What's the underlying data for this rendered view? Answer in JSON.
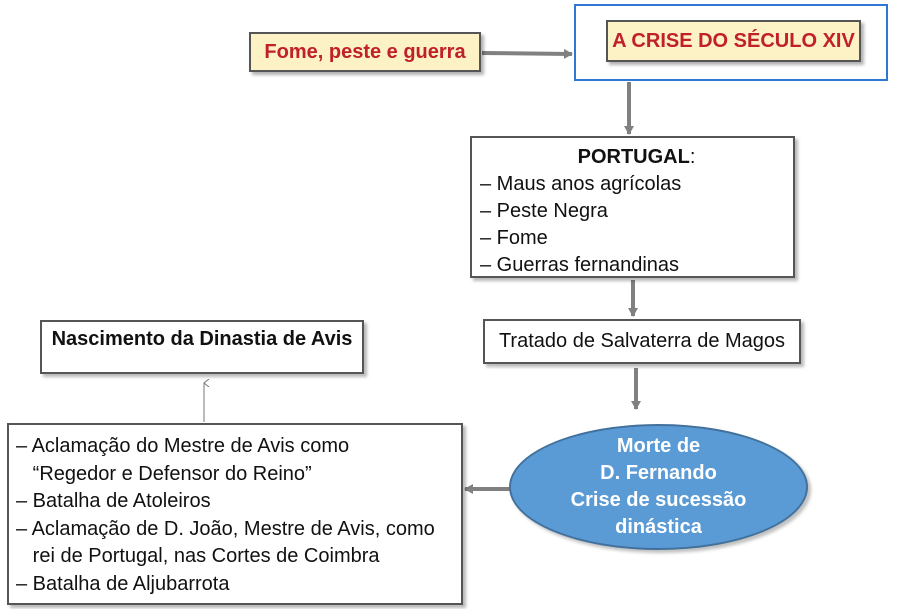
{
  "diagram": {
    "top_left_label": "Fome, peste e guerra",
    "main_title": "A CRISE DO SÉCULO XIV",
    "portugal": {
      "heading": "PORTUGAL",
      "heading_colon": ":",
      "items": [
        "– Maus anos agrícolas",
        "–  Peste Negra",
        "–  Fome",
        "–  Guerras fernandinas"
      ]
    },
    "treaty": "Tratado de Salvaterra de Magos",
    "death_ellipse": {
      "lines": [
        "Morte de",
        "D. Fernando",
        "Crise de sucessão",
        "dinástica"
      ]
    },
    "events": [
      "– Aclamação do Mestre de Avis como",
      "   “Regedor e Defensor do Reino”",
      "– Batalha de Atoleiros",
      "– Aclamação de D. João, Mestre de Avis, como",
      "   rei de Portugal, nas Cortes de Coimbra",
      "– Batalha de Aljubarrota"
    ],
    "dynasty": "Nascimento da Dinastia de Avis"
  },
  "colors": {
    "label_fill": "#fdf1c6",
    "label_text": "#c0202a",
    "frame_blue": "#2e78d2",
    "ellipse_fill": "#5b9bd5",
    "arrow_gray": "#808080"
  }
}
